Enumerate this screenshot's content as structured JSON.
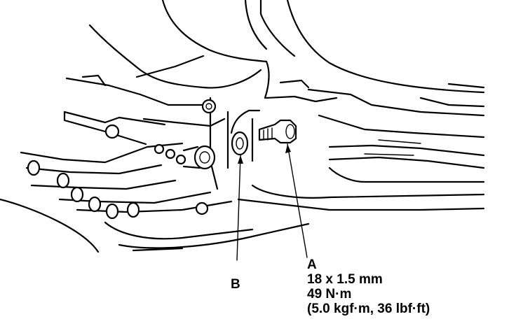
{
  "callouts": {
    "a": {
      "letter": "A",
      "size": "18 x 1.5 mm",
      "torque_nm": "49 N·m",
      "torque_alt": "(5.0 kgf·m, 36 lbf·ft)"
    },
    "b": {
      "letter": "B"
    }
  }
}
